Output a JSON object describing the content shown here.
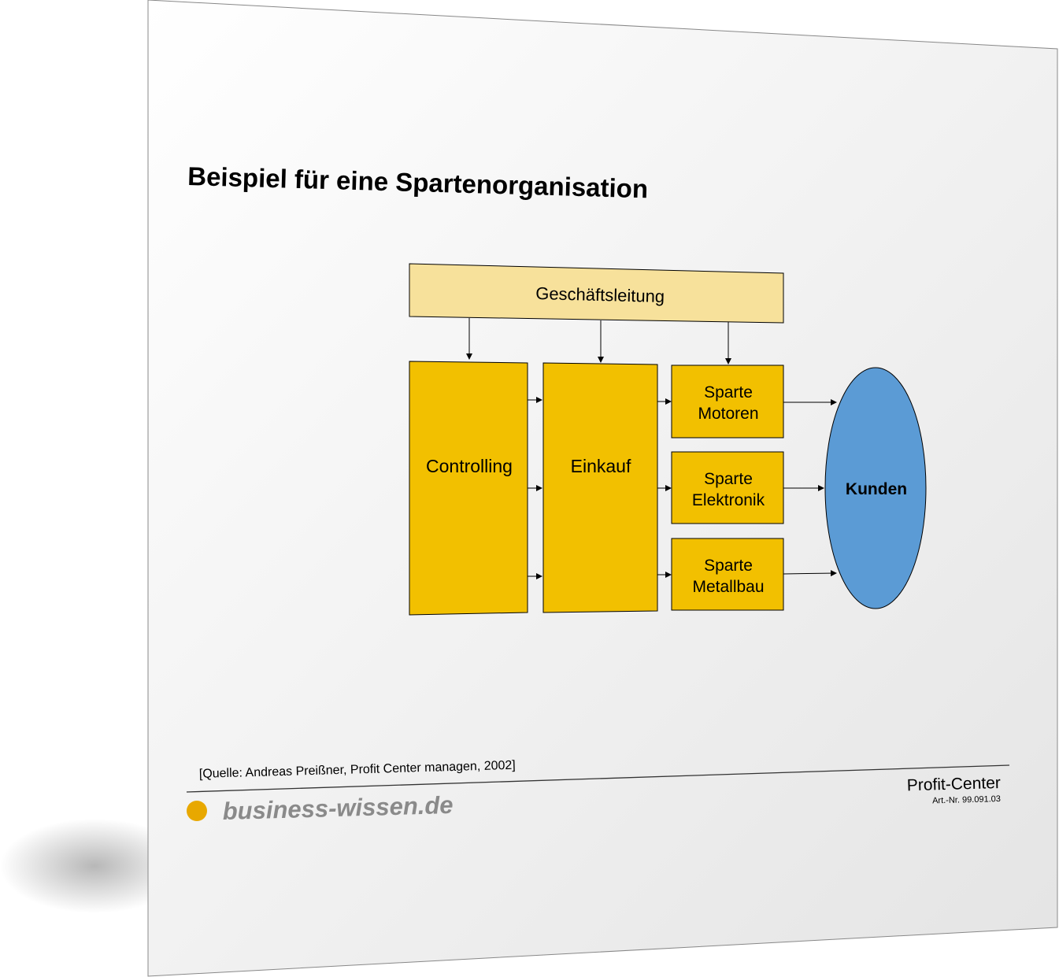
{
  "title": "Beispiel für eine Spartenorganisation",
  "diagram": {
    "top": "Geschäftsleitung",
    "controlling": "Controlling",
    "einkauf": "Einkauf",
    "sparten": [
      {
        "line1": "Sparte",
        "line2": "Motoren"
      },
      {
        "line1": "Sparte",
        "line2": "Elektronik"
      },
      {
        "line1": "Sparte",
        "line2": "Metallbau"
      }
    ],
    "kunden": "Kunden"
  },
  "footer": {
    "source": "[Quelle: Andreas Preißner, Profit Center managen, 2002]",
    "brand": "business-wissen.de",
    "doc_title": "Profit-Center",
    "article_no": "Art.-Nr. 99.091.03"
  },
  "colors": {
    "box_light": "#f7e19b",
    "box": "#f2c000",
    "kunden": "#5b9bd5",
    "dot": "#e8a800"
  }
}
